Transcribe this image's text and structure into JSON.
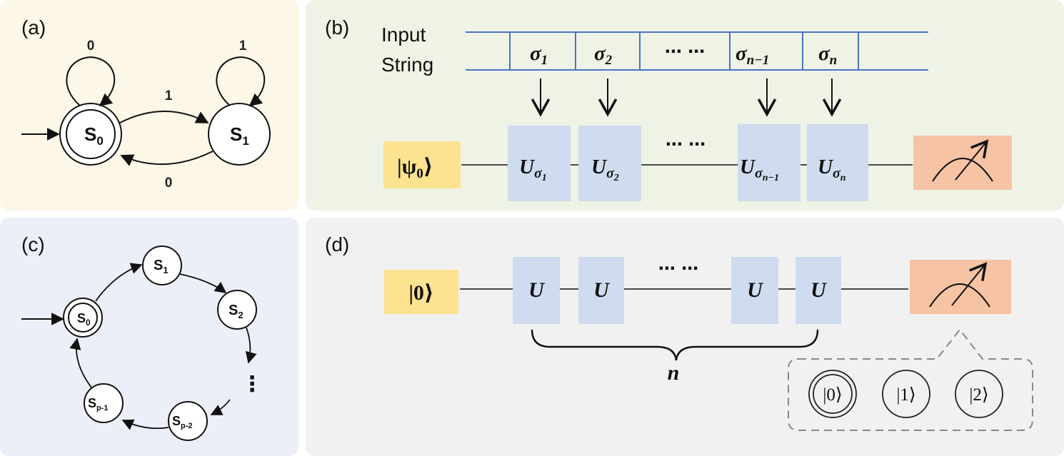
{
  "panels": {
    "a": {
      "label": "(a)",
      "bg": "#fdf7e8"
    },
    "b": {
      "label": "(b)",
      "bg": "#eef3e6"
    },
    "c": {
      "label": "(c)",
      "bg": "#eceff8"
    },
    "d": {
      "label": "(d)",
      "bg": "#f1f1f1"
    }
  },
  "a": {
    "s0": "S",
    "s0_sub": "0",
    "s1": "S",
    "s1_sub": "1",
    "loop0": "0",
    "loop1": "1",
    "edge01": "1",
    "edge10": "0"
  },
  "b": {
    "input_label_1": "Input",
    "input_label_2": "String",
    "tape": {
      "c1": "σ",
      "c1_sub": "1",
      "c2": "σ",
      "c2_sub": "2",
      "c3": "⋯  ⋯",
      "c4": "σ",
      "c4_sub": "n−1",
      "c5": "σ",
      "c5_sub": "n"
    },
    "init_state": "|ψ",
    "init_sub": "0",
    "init_close": "⟩",
    "gates": {
      "g1": "U",
      "g1_sub": "σ",
      "g1_subsub": "1",
      "g2": "U",
      "g2_sub": "σ",
      "g2_subsub": "2",
      "g3": "U",
      "g3_sub": "σ",
      "g3_subsub": "n−1",
      "g4": "U",
      "g4_sub": "σ",
      "g4_subsub": "n"
    },
    "dots": "⋯ ⋯"
  },
  "c": {
    "s0": "S",
    "s0_sub": "0",
    "s1": "S",
    "s1_sub": "1",
    "s2": "S",
    "s2_sub": "2",
    "sp2": "S",
    "sp2_sub": "p-2",
    "sp1": "S",
    "sp1_sub": "p-1",
    "vdots": "⋮"
  },
  "d": {
    "init_state": "|0⟩",
    "gates": [
      "U",
      "U",
      "U",
      "U"
    ],
    "dots": "⋯ ⋯",
    "brace_label": "n",
    "outcomes": [
      "|0⟩",
      "|1⟩",
      "|2⟩"
    ]
  },
  "colors": {
    "state_box": "#fde28f",
    "gate_box": "#cfdcef",
    "meter_box": "#f6c3a4",
    "tape_line": "#4a72c4"
  }
}
